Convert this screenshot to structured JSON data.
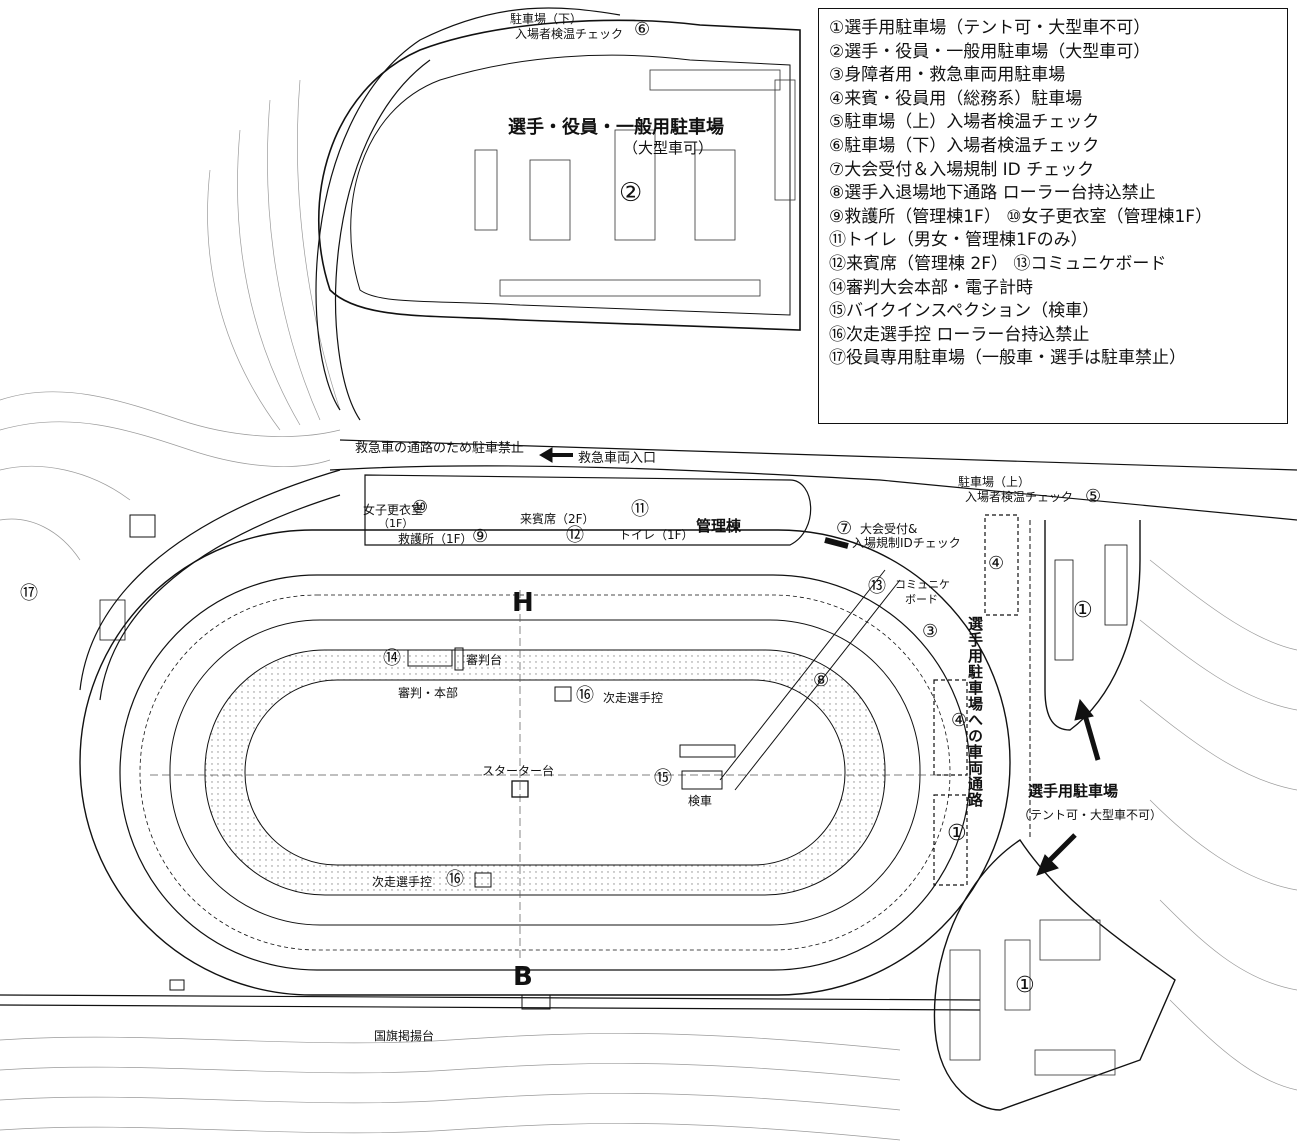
{
  "legend": [
    "①選手用駐車場（テント可・大型車不可）",
    "②選手・役員・一般用駐車場（大型車可）",
    "③身障者用・救急車両用駐車場",
    "④来賓・役員用（総務系）駐車場",
    "⑤駐車場（上）入場者検温チェック",
    "⑥駐車場（下）入場者検温チェック",
    "⑦大会受付＆入場規制 ID チェック",
    "⑧選手入退場地下通路 ローラー台持込禁止",
    "⑨救護所（管理棟1F） ⑩女子更衣室（管理棟1F）",
    "⑪トイレ（男女・管理棟1Fのみ）",
    "⑫来賓席（管理棟 2F） ⑬コミュニケボード",
    "⑭審判大会本部・電子計時",
    "⑮バイクインスペクション（検車）",
    "⑯次走選手控 ローラー台持込禁止",
    "⑰役員専用駐車場（一般車・選手は駐車禁止）"
  ],
  "labels": {
    "lower_lot_check_1": "駐車場（下）",
    "lower_lot_check_2": "入場者検温チェック",
    "lot2_title": "選手・役員・一般用駐車場",
    "lot2_sub": "（大型車可）",
    "ambulance_no_parking": "救急車の通路のため駐車禁止",
    "ambulance_entrance": "救急車両入口",
    "upper_lot_check_1": "駐車場（上）",
    "upper_lot_check_2": "入場者検温チェック",
    "womens_room": "女子更衣室",
    "womens_room_floor": "（1F）",
    "guest_seats": "来賓席（2F）",
    "toilet": "トイレ（1F）",
    "admin_building": "管理棟",
    "first_aid": "救護所（1F）",
    "reception_1": "大会受付&",
    "reception_2": "入場規制IDチェック",
    "comm_board_1": "コミュニケ",
    "comm_board_2": "ボード",
    "judge_stand": "審判台",
    "judge_hq": "審判・本部",
    "next_riders": "次走選手控",
    "next_riders_2": "次走選手控",
    "starter": "スターター台",
    "inspection": "検車",
    "vehicle_route": "選手用駐車場への車両通路",
    "rider_lot_title": "選手用駐車場",
    "rider_lot_sub": "（テント可・大型車不可）",
    "flag_stand": "国旗掲揚台",
    "letter_h": "H",
    "letter_b": "B"
  },
  "markers": {
    "n1": "①",
    "n2": "②",
    "n3": "③",
    "n4": "④",
    "n5": "⑤",
    "n6": "⑥",
    "n7": "⑦",
    "n8": "⑧",
    "n9": "⑨",
    "n10": "⑩",
    "n11": "⑪",
    "n12": "⑫",
    "n13": "⑬",
    "n14": "⑭",
    "n15": "⑮",
    "n16": "⑯",
    "n17": "⑰"
  },
  "colors": {
    "line": "#111111",
    "contour": "#9a9a9a",
    "hatch": "#c8c8c8",
    "background": "#ffffff"
  }
}
